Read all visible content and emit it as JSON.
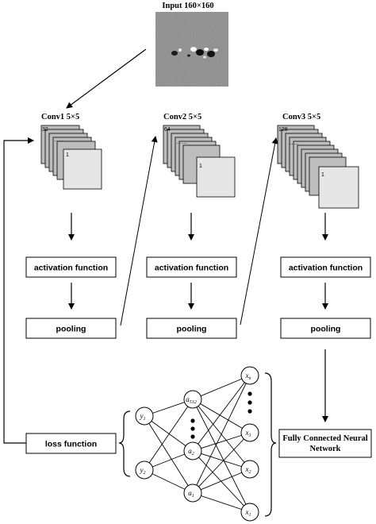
{
  "input": {
    "title": "Input 160×160"
  },
  "conv_layers": [
    {
      "title": "Conv1 5×5",
      "top_count": "32",
      "dots": "……",
      "bottom_index": "1"
    },
    {
      "title": "Conv2 5×5",
      "top_count": "64",
      "dots": "……",
      "bottom_index": "1"
    },
    {
      "title": "Conv3 5×5",
      "top_count": "128",
      "dots": "……",
      "bottom_index": "1"
    }
  ],
  "stages": {
    "activation_label": "activation function",
    "pooling_label": "pooling"
  },
  "loss": {
    "label": "loss function"
  },
  "fc": {
    "label_line1": "Fully Connected Neural",
    "label_line2": "Network"
  },
  "network": {
    "output_nodes": [
      {
        "base": "y",
        "sub": "1"
      },
      {
        "base": "y",
        "sub": "2"
      }
    ],
    "hidden_nodes": [
      {
        "base": "a",
        "sub": "512"
      },
      {
        "base": "a",
        "sub": "2"
      },
      {
        "base": "a",
        "sub": "1"
      }
    ],
    "input_nodes": [
      {
        "base": "x",
        "sub": "n"
      },
      {
        "base": "x",
        "sub": "3"
      },
      {
        "base": "x",
        "sub": "2"
      },
      {
        "base": "x",
        "sub": "1"
      }
    ]
  },
  "colors": {
    "stroke": "#000000",
    "feature_map_fill": "#e6e6e6",
    "feature_map_back": "#bdbdbd",
    "input_image_bg": "#8a8a8a"
  }
}
